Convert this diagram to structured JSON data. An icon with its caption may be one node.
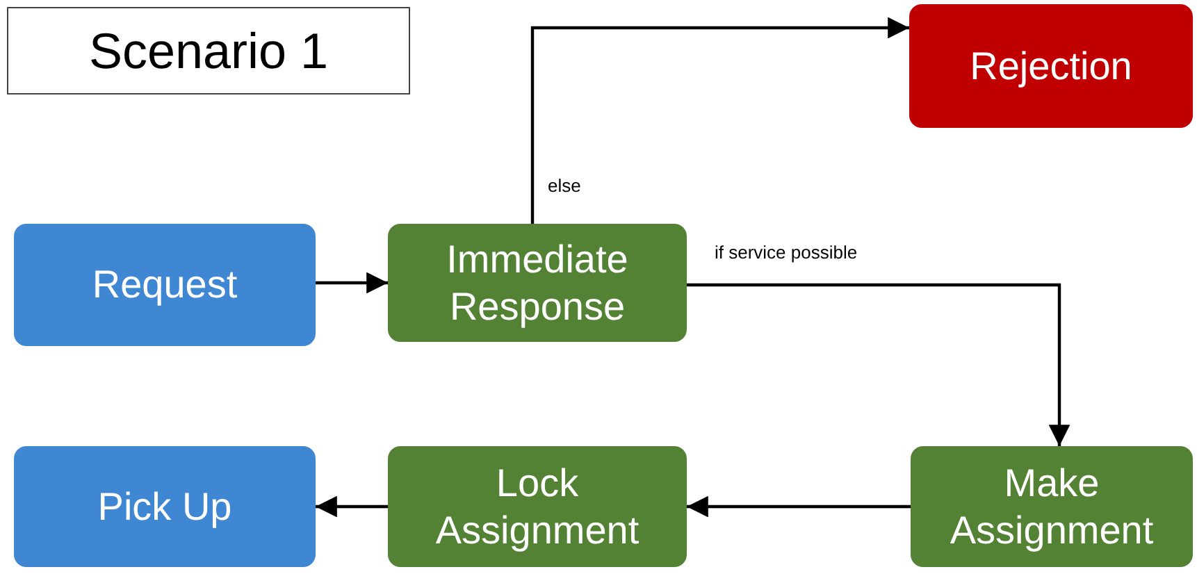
{
  "diagram": {
    "title": "Scenario 1",
    "nodes": [
      {
        "text": [
          "Rejection"
        ]
      },
      {
        "text": [
          "Request"
        ]
      },
      {
        "text": [
          "Immediate Response"
        ]
      },
      {
        "text": [
          "Pick Up"
        ]
      },
      {
        "text": [
          "Lock Assignment"
        ]
      },
      {
        "text": [
          "Make Assignment"
        ]
      }
    ],
    "edges": [
      {
        "from": 1,
        "to": 2,
        "arrow": "to"
      },
      {
        "from": 2,
        "to": 0,
        "arrow": "to",
        "label": "else"
      },
      {
        "from": 2,
        "to": 5,
        "arrow": "to",
        "label": "if service possible"
      },
      {
        "from": 5,
        "to": 4,
        "arrow": "to"
      },
      {
        "from": 4,
        "to": 3,
        "arrow": "to"
      }
    ]
  }
}
